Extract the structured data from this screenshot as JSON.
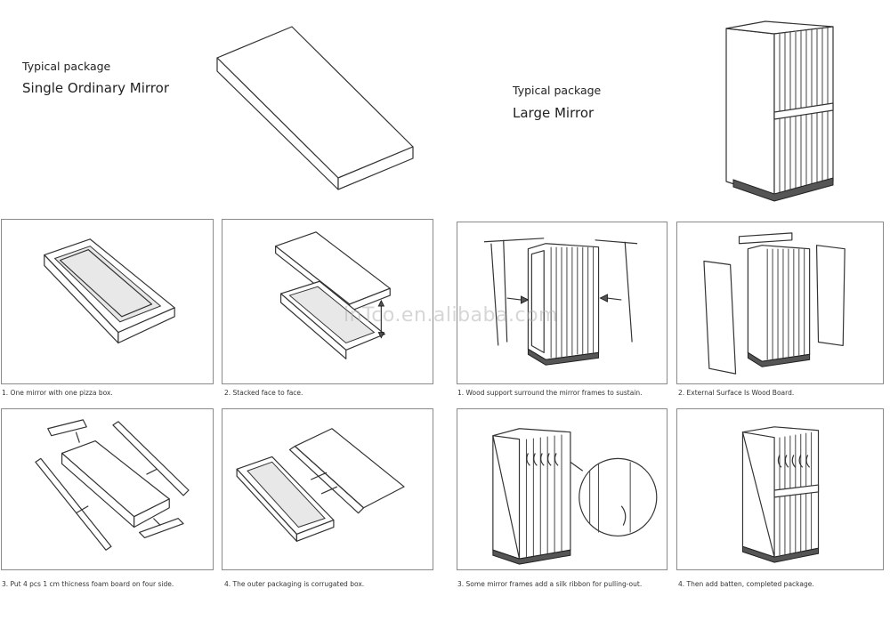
{
  "sections": {
    "single": {
      "typical": "Typical package",
      "title": "Single Ordinary Mirror"
    },
    "large": {
      "typical": "Typical package",
      "title": "Large Mirror"
    }
  },
  "captions": {
    "s1": "1. One mirror with one pizza box.",
    "s2": "2. Stacked face to face.",
    "s3": "3. Put 4 pcs 1 cm thicness foam board on four side.",
    "s4": "4. The outer packaging is corrugated box.",
    "l1": "1. Wood support surround the mirror frames to sustain.",
    "l2": "2. External Surface Is Wood Board.",
    "l3": "3. Some mirror frames add a silk ribbon for pulling-out.",
    "l4": "4. Then add batten, completed package."
  },
  "watermark": "inTco.en.alibaba.com",
  "icons": {
    "box": "flat-box-icon",
    "crate": "mirror-crate-icon"
  }
}
